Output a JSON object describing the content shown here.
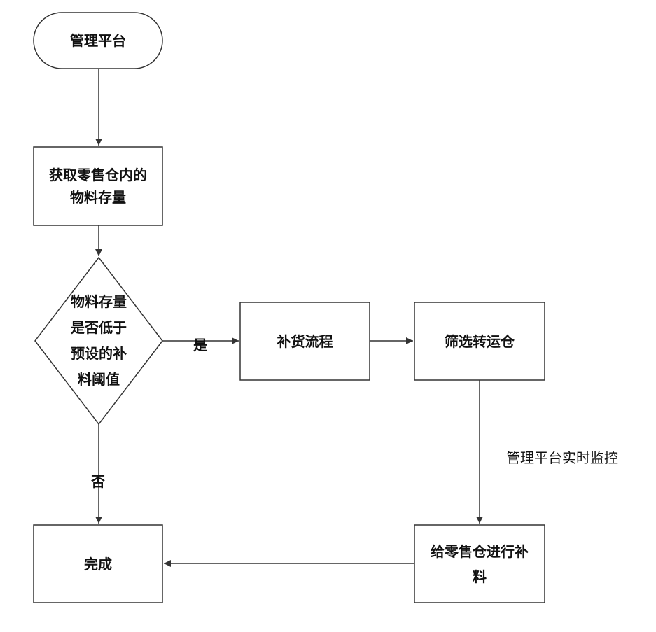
{
  "nodes": {
    "start": "管理平台",
    "get_stock": "获取零售仓内的\n物料存量",
    "decision": "物料存量\n是否低于\n预设的补\n料阈值",
    "replenish_process": "补货流程",
    "select_warehouse": "筛选转运仓",
    "replenish_retail": "给零售仓进行补\n料",
    "done": "完成"
  },
  "edges": {
    "yes": "是",
    "no": "否",
    "monitor": "管理平台实时监控"
  }
}
